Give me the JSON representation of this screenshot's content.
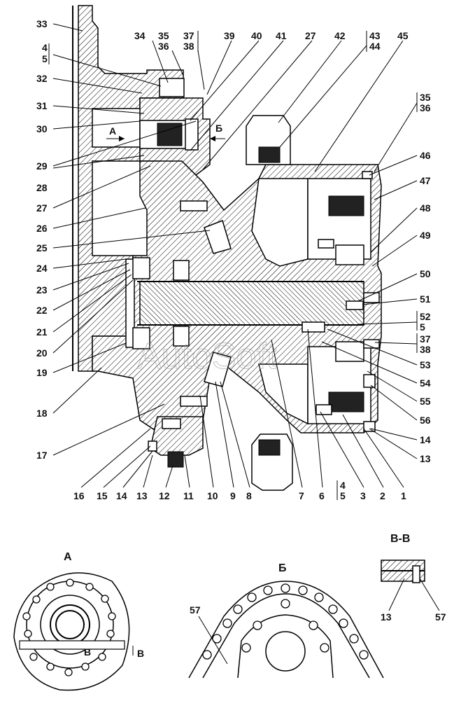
{
  "watermark": "AutoSoft",
  "views": {
    "view_a_title": "А",
    "view_b_title": "Б",
    "section_title": "В-В",
    "arrow_a": "А",
    "arrow_b": "Б",
    "cut_b_left": "В",
    "cut_b_right": "В"
  },
  "callouts_left": [
    "33",
    "4",
    "5",
    "32",
    "31",
    "30",
    "29",
    "28",
    "27",
    "26",
    "25",
    "24",
    "23",
    "22",
    "21",
    "20",
    "19",
    "18",
    "17"
  ],
  "callouts_top": [
    "34",
    "35",
    "36",
    "37",
    "38",
    "39",
    "40",
    "41",
    "27",
    "42",
    "43",
    "44",
    "45"
  ],
  "callouts_right": [
    "35",
    "36",
    "46",
    "47",
    "48",
    "49",
    "50",
    "51",
    "52",
    "5",
    "37",
    "38",
    "53",
    "54",
    "55",
    "56",
    "14",
    "13"
  ],
  "callouts_bottom": [
    "16",
    "15",
    "14",
    "13",
    "12",
    "11",
    "10",
    "9",
    "8",
    "7",
    "6",
    "4",
    "5",
    "3",
    "2",
    "1"
  ],
  "callouts_views": [
    "57",
    "13",
    "57"
  ]
}
